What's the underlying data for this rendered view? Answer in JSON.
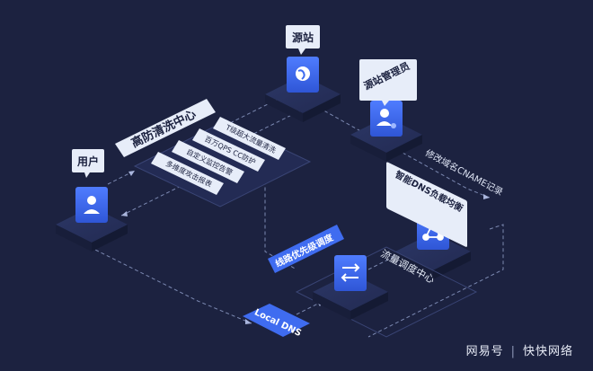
{
  "nodes": {
    "user_label": "用户",
    "source_label": "源站",
    "admin_label": "源站管理员",
    "smart_dns_label": "智能DNS负载均衡",
    "local_dns_label": "Local DNS"
  },
  "centers": {
    "cleaning_center": "高防清洗中心",
    "traffic_center": "流量调度中心",
    "line_priority": "线路优先级调度"
  },
  "features": [
    "T级超大流量清洗",
    "百万QPS CC防护",
    "自定义监控告警",
    "多维度攻击报表"
  ],
  "annotations": {
    "cname": "修改域名CNAME记录"
  },
  "watermark": {
    "left": "网易号",
    "right": "快快网络"
  },
  "colors": {
    "background": "#1c2240",
    "accent_blue": "#3f6cf0",
    "card_white": "#e7edf9",
    "dashed_line": "#8d9bc6"
  }
}
